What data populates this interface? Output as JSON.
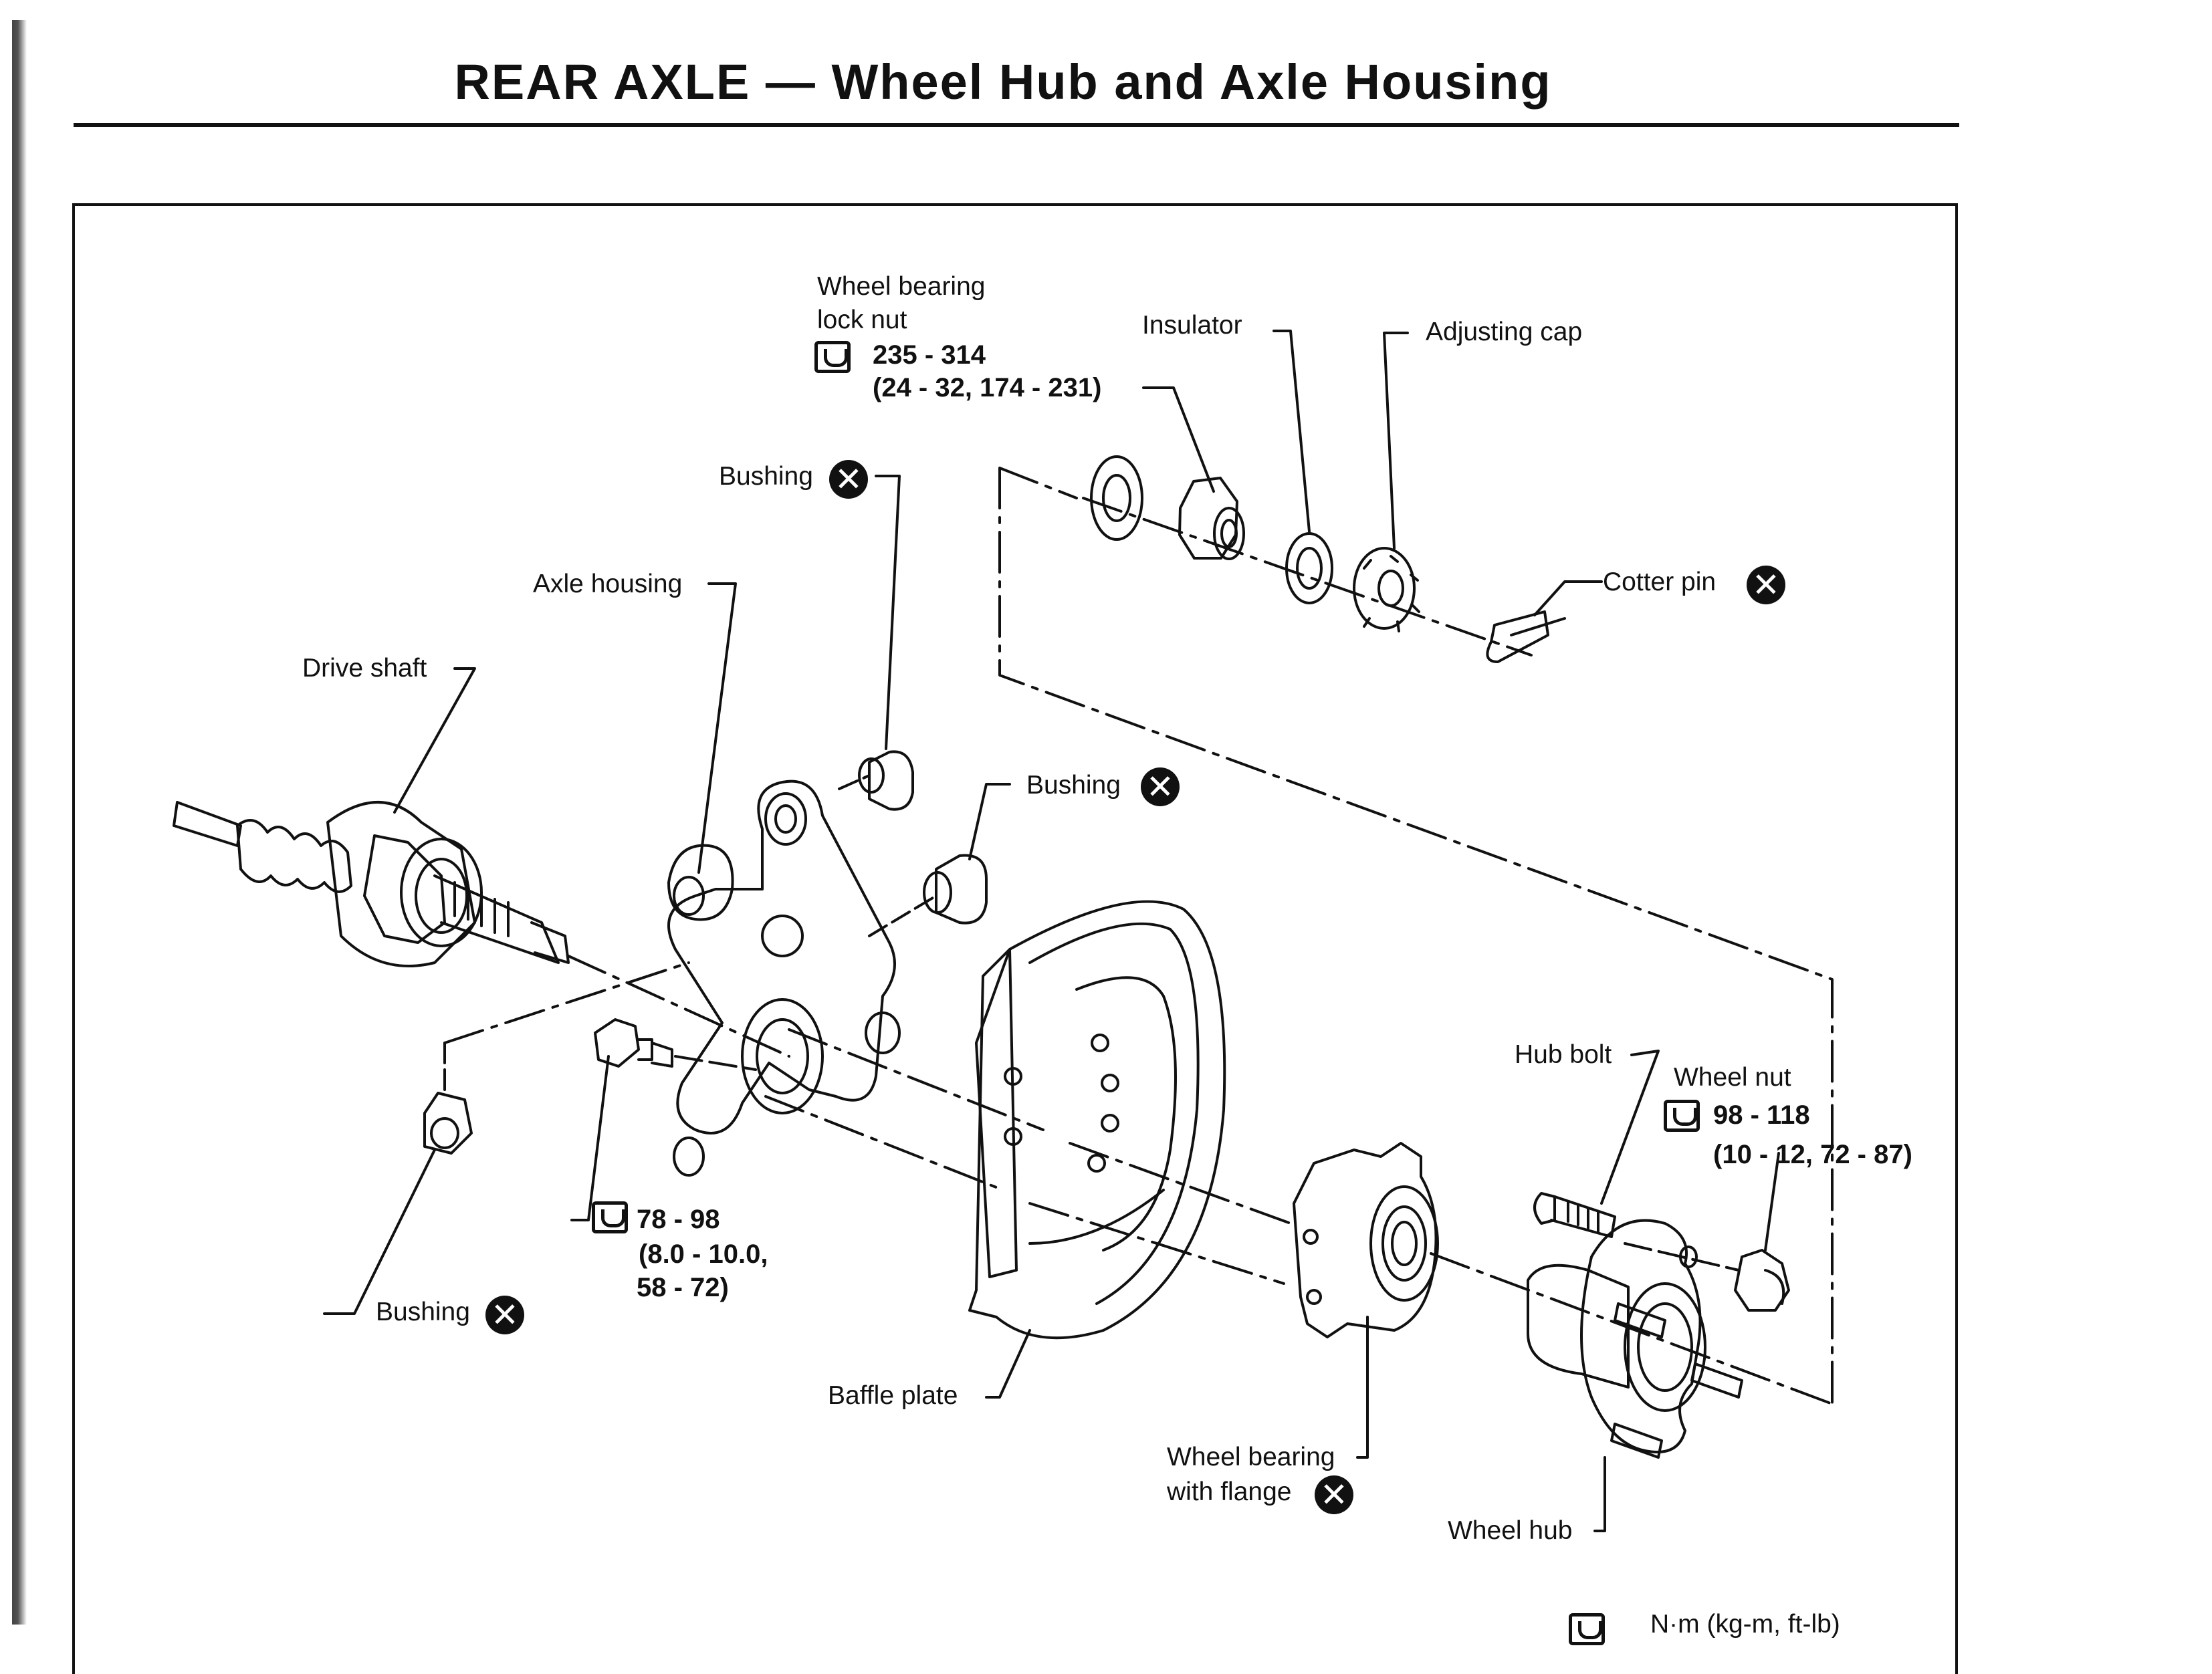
{
  "page": {
    "title": "REAR AXLE — Wheel Hub and Axle Housing"
  },
  "labels": {
    "wheel_bearing_lock_nut_1": "Wheel bearing",
    "wheel_bearing_lock_nut_2": "lock nut",
    "lock_nut_torque_1": "235 - 314",
    "lock_nut_torque_2": "(24 - 32, 174 - 231)",
    "insulator": "Insulator",
    "adjusting_cap": "Adjusting cap",
    "bushing_top": "Bushing",
    "axle_housing": "Axle housing",
    "cotter_pin": "Cotter pin",
    "drive_shaft": "Drive shaft",
    "bushing_mid": "Bushing",
    "hub_bolt": "Hub bolt",
    "wheel_nut": "Wheel nut",
    "wheel_nut_torque_1": "98 - 118",
    "wheel_nut_torque_2": "(10 - 12, 72 - 87)",
    "bolt_torque_1": "78 - 98",
    "bolt_torque_2": "(8.0 - 10.0,",
    "bolt_torque_3": "58 - 72)",
    "bushing_bottom": "Bushing",
    "baffle_plate": "Baffle plate",
    "wheel_bearing_flange_1": "Wheel bearing",
    "wheel_bearing_flange_2": "with flange",
    "wheel_hub": "Wheel hub",
    "legend_unit": "N·m (kg-m, ft-lb)"
  },
  "icons": {
    "replace_symbol": "x-circle-icon",
    "torque_symbol": "torque-wrench-icon",
    "replace_glyph": "✕"
  }
}
